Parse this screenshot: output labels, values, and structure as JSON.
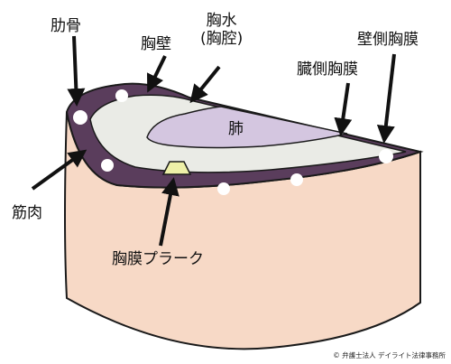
{
  "labels": {
    "rib": "肋骨",
    "chest_wall": "胸壁",
    "pleural_fluid": "胸水",
    "pleural_cavity": "(胸腔)",
    "parietal_pleura": "壁側胸膜",
    "visceral_pleura": "臓側胸膜",
    "lung": "肺",
    "muscle": "筋肉",
    "pleural_plaque": "胸膜プラーク"
  },
  "copyright": "© 弁護士法人 デイライト法律事務所",
  "colors": {
    "body_tissue": "#f7d9c6",
    "pleura": "#5a3d5c",
    "pleural_space": "#eaebe6",
    "lung": "#d4c6e0",
    "plaque": "#eef0a8",
    "ribs": "#ffffff",
    "outline": "#1a1a1a"
  }
}
